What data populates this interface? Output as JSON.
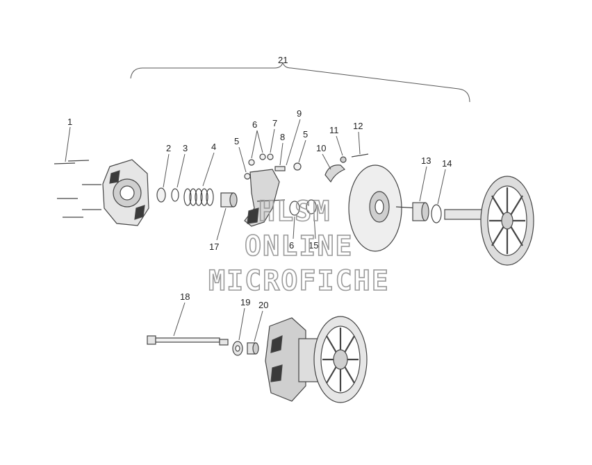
{
  "callouts": {
    "c1": "1",
    "c2": "2",
    "c3": "3",
    "c4": "4",
    "c5a": "5",
    "c5b": "5",
    "c6a": "6",
    "c6b": "6",
    "c7": "7",
    "c8": "8",
    "c9": "9",
    "c10": "10",
    "c11": "11",
    "c12": "12",
    "c13": "13",
    "c14": "14",
    "c15": "15",
    "c17": "17",
    "c18": "18",
    "c19": "19",
    "c20": "20",
    "c21": "21"
  },
  "watermark": {
    "line1": "HLSM",
    "line2": "ONLINE",
    "line3": "MICROFICHE"
  },
  "colors": {
    "line": "#444444",
    "light_fill": "#e6e6e6",
    "dark_fill": "#3a3a3a",
    "watermark": "#9a9a9a"
  }
}
